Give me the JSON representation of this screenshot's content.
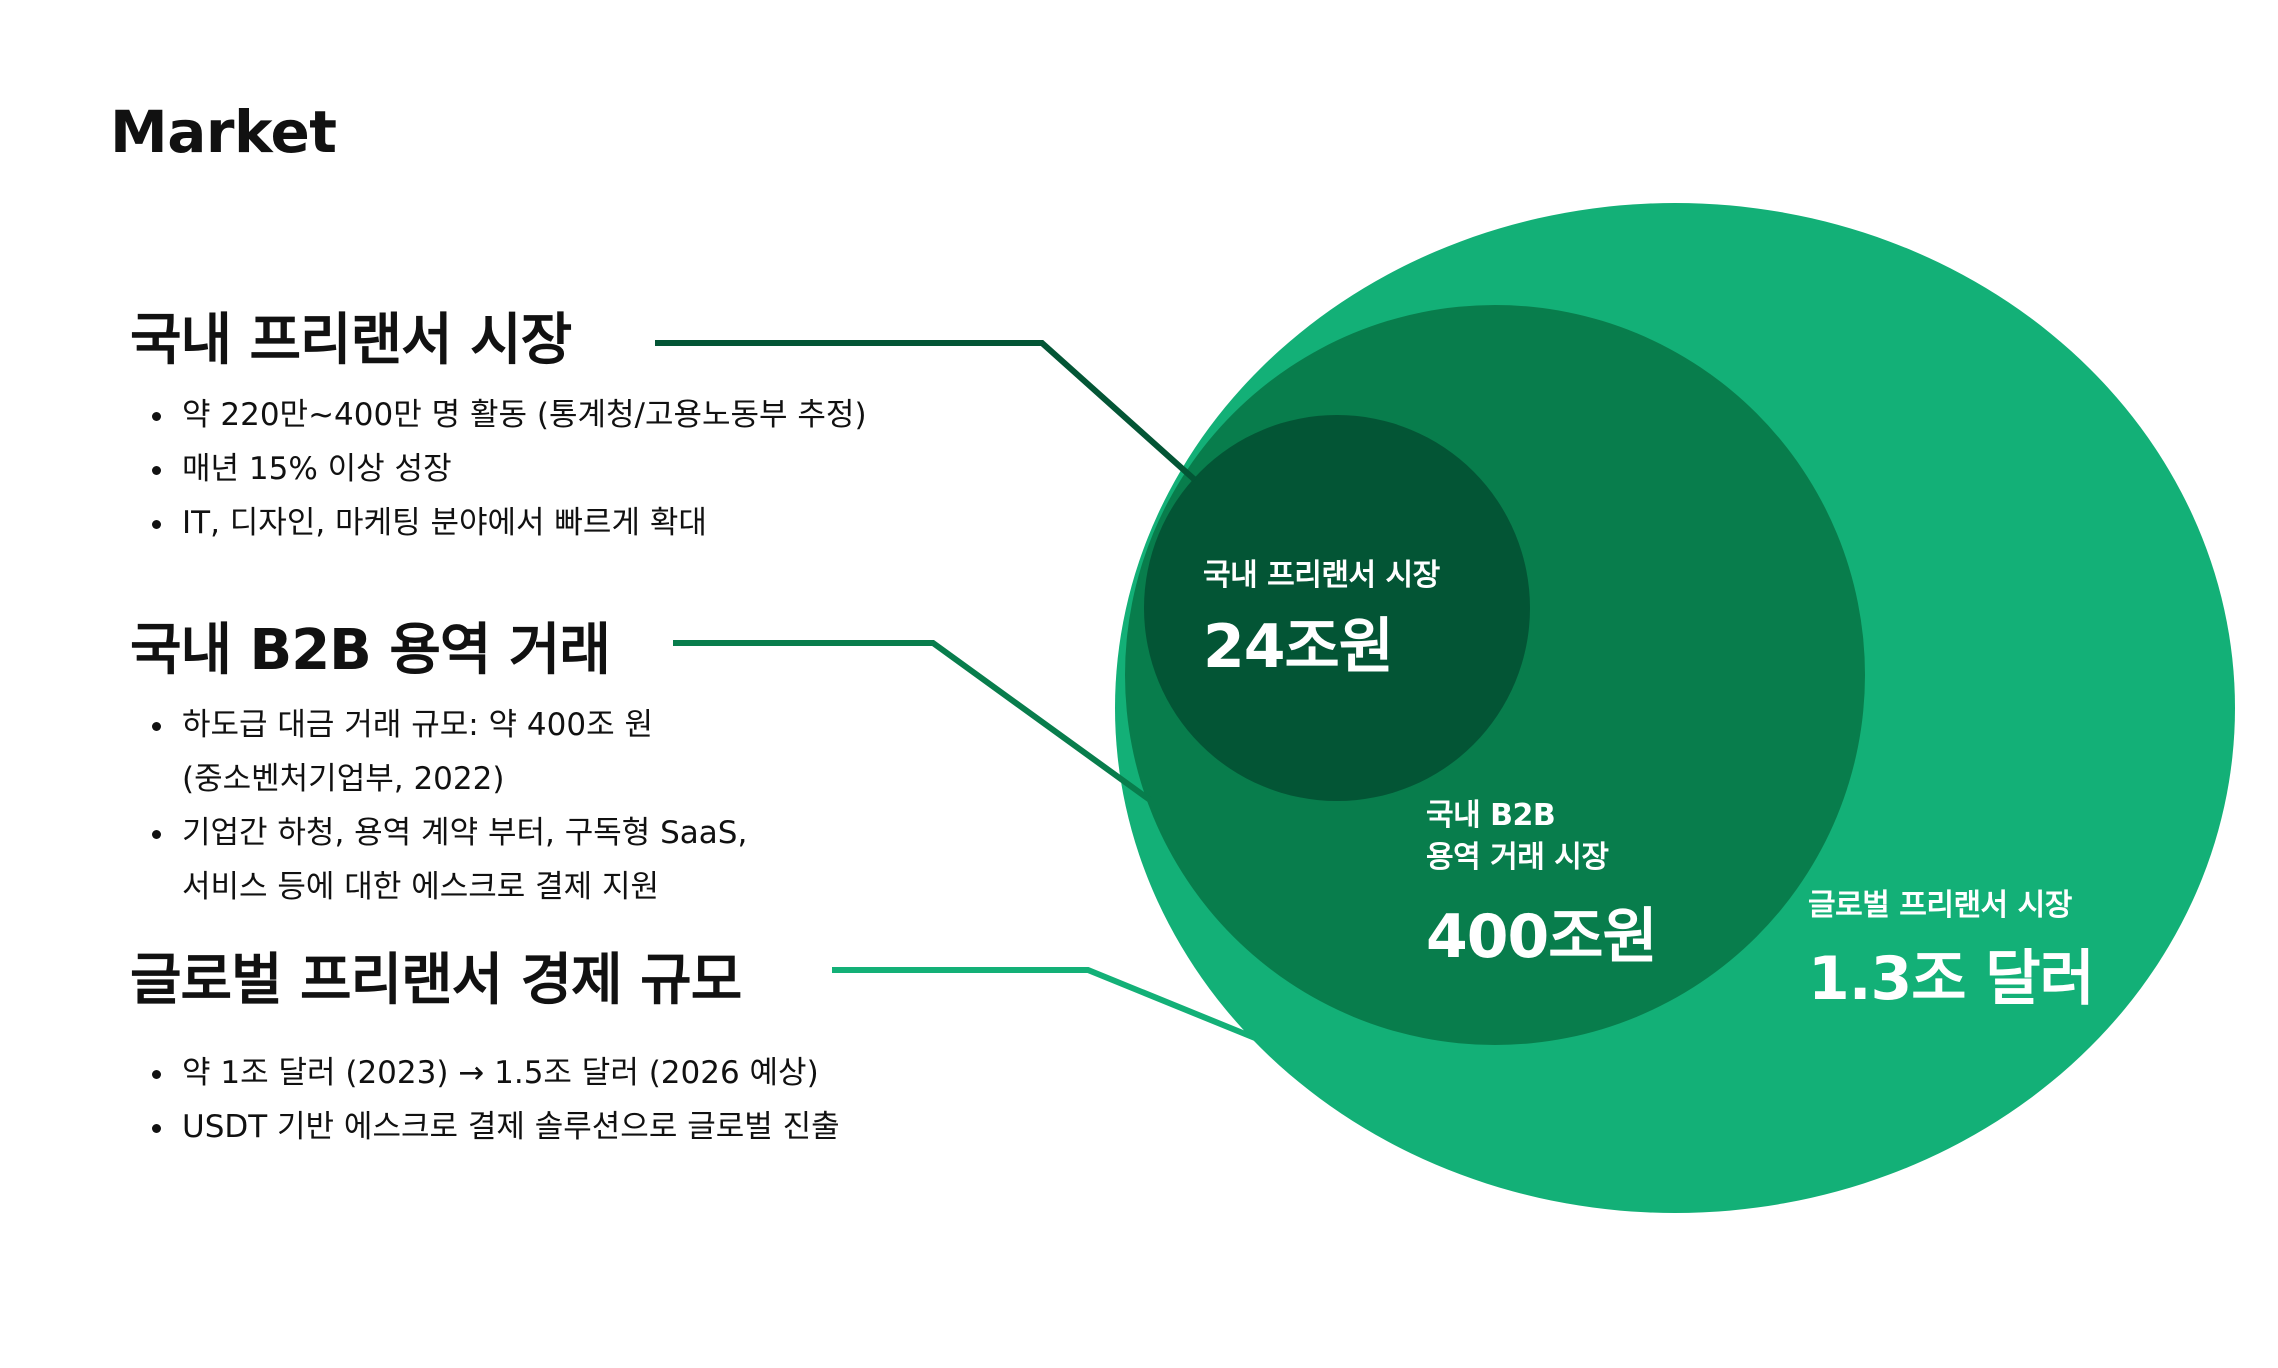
{
  "page": {
    "title": "Market"
  },
  "colors": {
    "outer_circle": "#13B077",
    "middle_circle": "#087D4C",
    "inner_circle": "#035535",
    "connector_domestic": "#035535",
    "connector_b2b": "#087D4C",
    "connector_global": "#13B077",
    "text": "#111111",
    "circle_text": "#ffffff"
  },
  "sections": [
    {
      "heading": "국내 프리랜서 시장",
      "bullets": [
        [
          "약 220만~400만 명 활동 (통계청/고용노동부 추정)"
        ],
        [
          "매년 15% 이상 성장"
        ],
        [
          "IT, 디자인, 마케팅 분야에서 빠르게 확대"
        ]
      ]
    },
    {
      "heading": "국내 B2B 용역 거래",
      "bullets": [
        [
          "하도급 대금 거래 규모: 약 400조 원",
          "(중소벤처기업부, 2022)"
        ],
        [
          "기업간 하청, 용역 계약 부터, 구독형 SaaS,",
          "서비스 등에 대한 에스크로 결제 지원"
        ]
      ]
    },
    {
      "heading": "글로벌 프리랜서 경제 규모",
      "bullets": [
        [
          "약 1조 달러 (2023) → 1.5조 달러 (2026 예상)"
        ],
        [
          "USDT 기반 에스크로 결제 솔루션으로 글로벌 진출"
        ]
      ]
    }
  ],
  "circles": {
    "inner": {
      "label": "국내 프리랜서 시장",
      "value": "24조원"
    },
    "middle": {
      "label_lines": [
        "국내 B2B",
        "용역 거래 시장"
      ],
      "value": "400조원"
    },
    "outer": {
      "label": "글로벌 프리랜서 시장",
      "value": "1.3조 달러"
    }
  }
}
